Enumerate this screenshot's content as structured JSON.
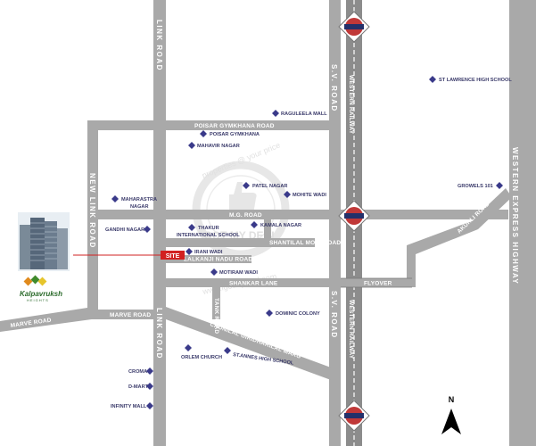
{
  "roads": {
    "link_road": "LINK ROAD",
    "sv_road": "S.V. ROAD",
    "new_link_road": "NEW LINK ROAD",
    "western_express_highway": "WESTERN EXPRESS HIGHWAY",
    "western_railway": "WESTERN RAILWAY",
    "poisar_gymkhana_road": "POISAR GYMKHANA ROAD",
    "mg_road": "M.G. ROAD",
    "shantilal_modi_road": "SHANTILAL MODI ROAD",
    "lalkanji_nadu_road": "LALKANJI NADU ROAD",
    "shankar_lane": "SHANKAR LANE",
    "flyover": "FLYOVER",
    "tank_road": "TANK ROAD",
    "marve_road": "MARVE ROAD",
    "marve_road_2": "MARVE ROAD",
    "chunilal_road": "CHUNILAL GIRIDHARILAL MARG",
    "akurli_road": "AKURLI ROAD"
  },
  "landmarks": {
    "raguleela_mall": "RAGULEELA MALL",
    "poisar_gymkhana": "POISAR GYMKHANA",
    "mahavir_nagar": "MAHAVIR NAGAR",
    "patel_nagar": "PATEL NAGAR",
    "mohite_wadi": "MOHITE WADI",
    "maharastra_nagar_1": "MAHARASTRA",
    "maharastra_nagar_2": "NAGAR",
    "gandhi_nagar": "GANDHI NAGAR",
    "thakur_school_1": "THAKUR",
    "thakur_school_2": "INTERNATIONAL SCHOOL",
    "kamala_nagar": "KAMALA NAGAR",
    "irani_wadi": "IRANI WADI",
    "motiram_wadi": "MOTIRAM WADI",
    "dominic_colony": "DOMINIC COLONY",
    "orlem_church": "ORLEM CHURCH",
    "st_annes_school": "ST.ANNES HIGH SCHOOL",
    "croma": "CROMA",
    "d_mart": "D-MART",
    "infinity_mall": "INFINITY MALL",
    "st_lawrence_school": "ST LAWRENCE HIGH SCHOOL",
    "growels_101": "GROWELS 101"
  },
  "site_label": "SITE",
  "project_logo": {
    "name": "Kalpavruksh",
    "sub": "HEIGHTS"
  },
  "watermark": {
    "tagline": "properties @ your price",
    "url": "www.igotmydeal.com",
    "badge": "GOT MY DEAL"
  },
  "north_label": "N",
  "colors": {
    "road": "#a9a9a9",
    "railway": "#8c8c8c",
    "site_marker": "#d22020",
    "landmark": "#3a3a8a"
  }
}
